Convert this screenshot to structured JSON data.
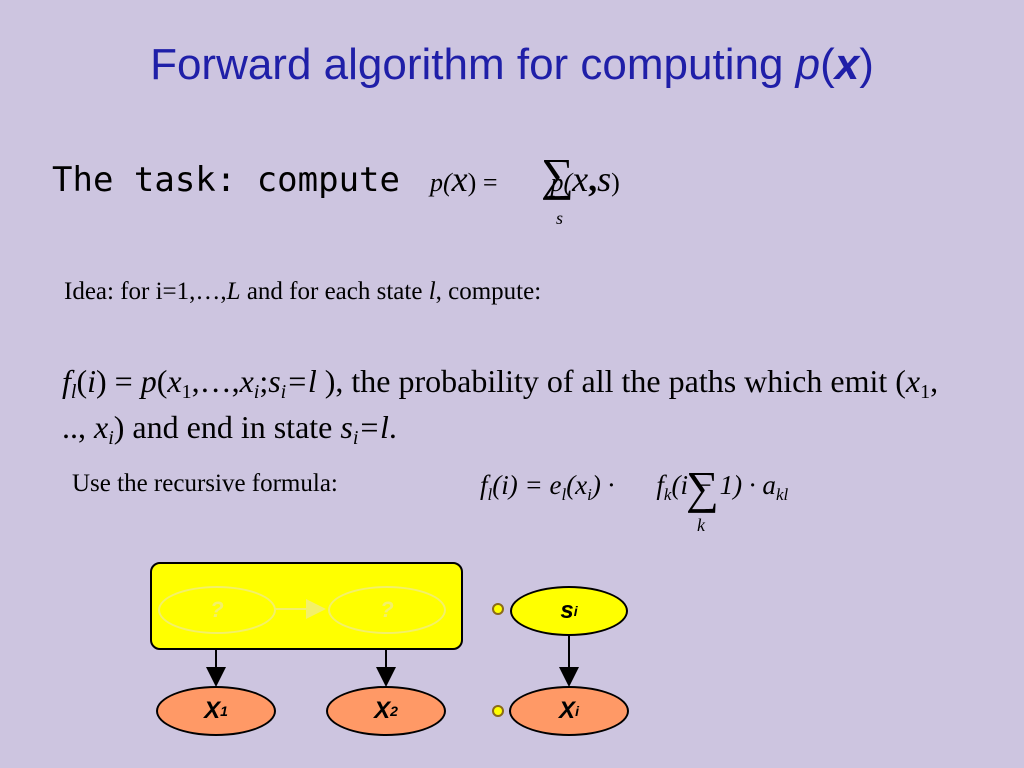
{
  "title": {
    "text": "Forward algorithm for computing ",
    "p": "p",
    "open": "(",
    "x": "x",
    "close": ")"
  },
  "task": {
    "label": "The task: compute",
    "formula": {
      "p1": "p(",
      "x1": "x",
      "mid": ") =",
      "sum": "∑",
      "sum_index": "s",
      "p2": "p(",
      "x2": "x",
      "comma": ",",
      "s2": "s",
      "end": ")"
    }
  },
  "idea": {
    "prefix": "Idea: for i=1,…,",
    "L": "L",
    "middle": " and for each state ",
    "l": "l",
    "suffix": ", compute:"
  },
  "definition": {
    "f": "f",
    "l_sub": "l",
    "lp": "(",
    "i": "i",
    "rp_eq": ") = ",
    "p": "p",
    "open": "(",
    "x1": "x",
    "sub1": "1",
    "dots": ",…,",
    "xi": "x",
    "subi": "i",
    "semi": ";",
    "s": "s",
    "subi2": "i",
    "eq_l": "=l",
    "tail1": " ), the probability of all the paths which emit (",
    "x_a": "x",
    "sub_a": "1",
    "mid": ", .., ",
    "x_b": "x",
    "sub_b": "i",
    "tail2": ") and end in state ",
    "s_end": "s",
    "sub_end": "i",
    "eq_end": "=l",
    "period": "."
  },
  "recursive": {
    "label": "Use the recursive formula:",
    "formula": {
      "f": "f",
      "l": "l",
      "i_part": "(i) = ",
      "e": "e",
      "l2": "l",
      "x_part_open": "(x",
      "i_sub": "i",
      "x_part_close": ") ·",
      "sum": "∑",
      "sum_index": "k",
      "f2": "f",
      "k": "k",
      "rest": "(i − 1) · a",
      "kl": "kl"
    }
  },
  "diagram": {
    "ghost1": "?",
    "ghost2": "?",
    "s_node": "s",
    "s_node_sub": "i",
    "x1": "X",
    "x1_sub": "1",
    "x2": "X",
    "x2_sub": "2",
    "xi": "X",
    "xi_sub": "i"
  },
  "colors": {
    "background": "#cdc5e0",
    "title": "#1f1fa8",
    "yellow": "#ffff00",
    "orange": "#ff9966"
  }
}
